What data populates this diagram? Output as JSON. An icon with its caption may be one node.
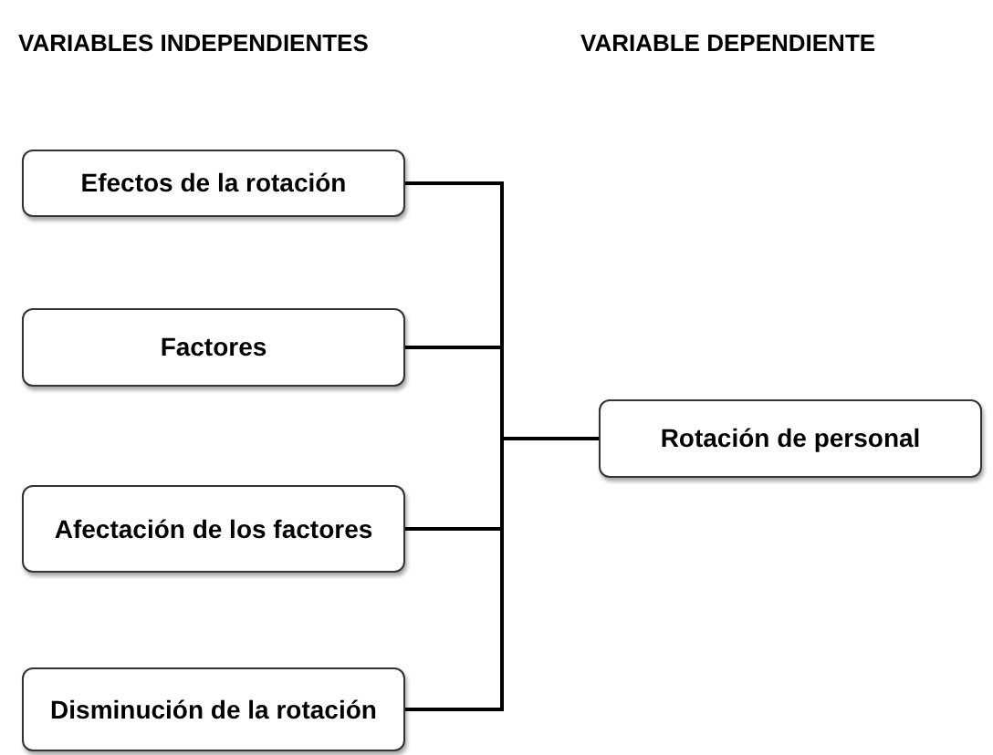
{
  "diagram": {
    "nodes": [
      {
        "text": [
          "Efectos de la rotación"
        ]
      },
      {
        "text": [
          "Factores"
        ]
      },
      {
        "text": [
          "Afectación de los factores"
        ]
      },
      {
        "text": [
          "Disminución de la rotación"
        ]
      },
      {
        "text": [
          "Rotación de personal"
        ]
      }
    ],
    "edges": [
      {
        "from": 0,
        "to": 4,
        "arrow": "none"
      },
      {
        "from": 1,
        "to": 4,
        "arrow": "none"
      },
      {
        "from": 2,
        "to": 4,
        "arrow": "none"
      },
      {
        "from": 3,
        "to": 4,
        "arrow": "none"
      }
    ],
    "labels": [
      "VARIABLES INDEPENDIENTES",
      "VARIABLE DEPENDIENTE"
    ]
  }
}
